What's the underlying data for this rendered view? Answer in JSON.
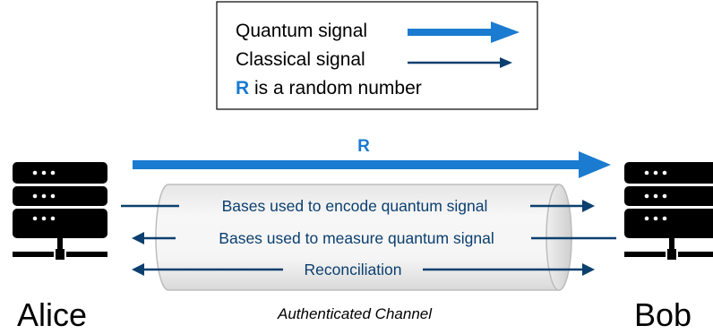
{
  "legend": {
    "quantum_label": "Quantum signal",
    "classical_label": "Classical signal",
    "random_prefix": "R",
    "random_rest": " is a random number"
  },
  "nodes": {
    "left": "Alice",
    "right": "Bob"
  },
  "quantum_arrow_label": "R",
  "channel": {
    "label": "Authenticated Channel",
    "messages": [
      {
        "text": "Bases used to encode quantum signal",
        "direction": "right"
      },
      {
        "text": "Bases used to measure quantum signal",
        "direction": "left"
      },
      {
        "text": "Reconciliation",
        "direction": "both"
      }
    ]
  },
  "colors": {
    "quantum": "#1a7bd0",
    "classical": "#0b3f6f",
    "server": "#000000",
    "random_R": "#1a7bd0"
  },
  "icons": [
    "server-icon"
  ]
}
